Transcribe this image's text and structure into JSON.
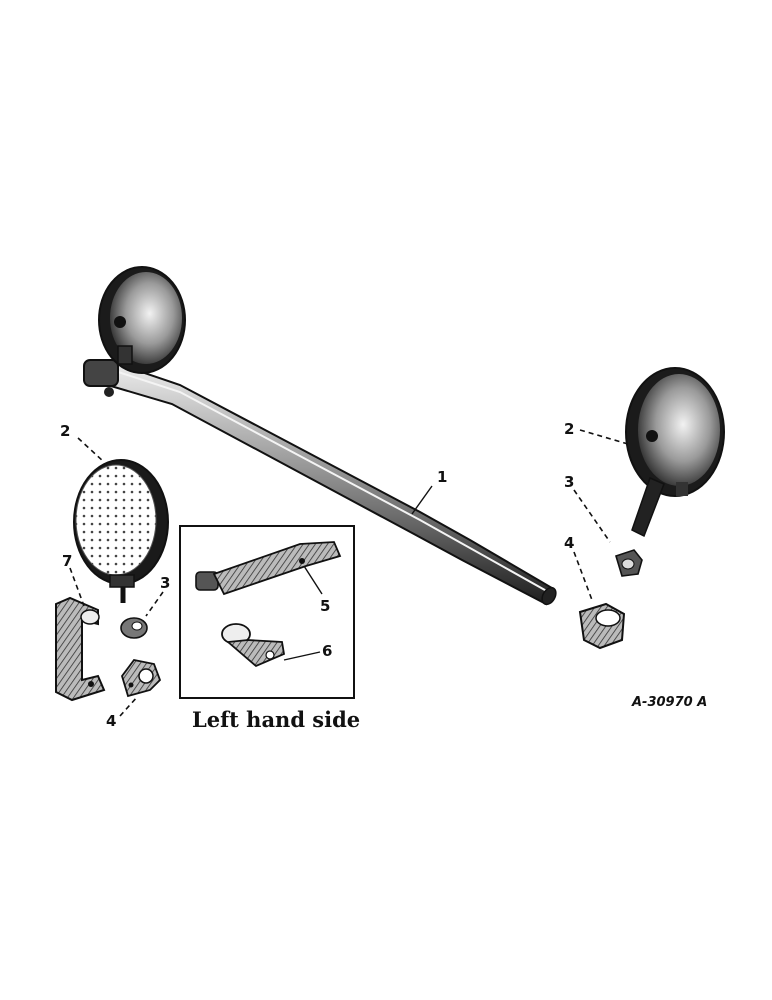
{
  "callouts": {
    "tube": "1",
    "mirror_left": "2",
    "mirror_right": "2",
    "nut_right": "3",
    "nut_left": "3",
    "clamp_right": "4",
    "clamp_left": "4",
    "bracket_lh": "5",
    "clamp_lh": "6",
    "bracket_7": "7"
  },
  "inset": {
    "caption": "Left hand side"
  },
  "drawing_number": "A-30970 A"
}
